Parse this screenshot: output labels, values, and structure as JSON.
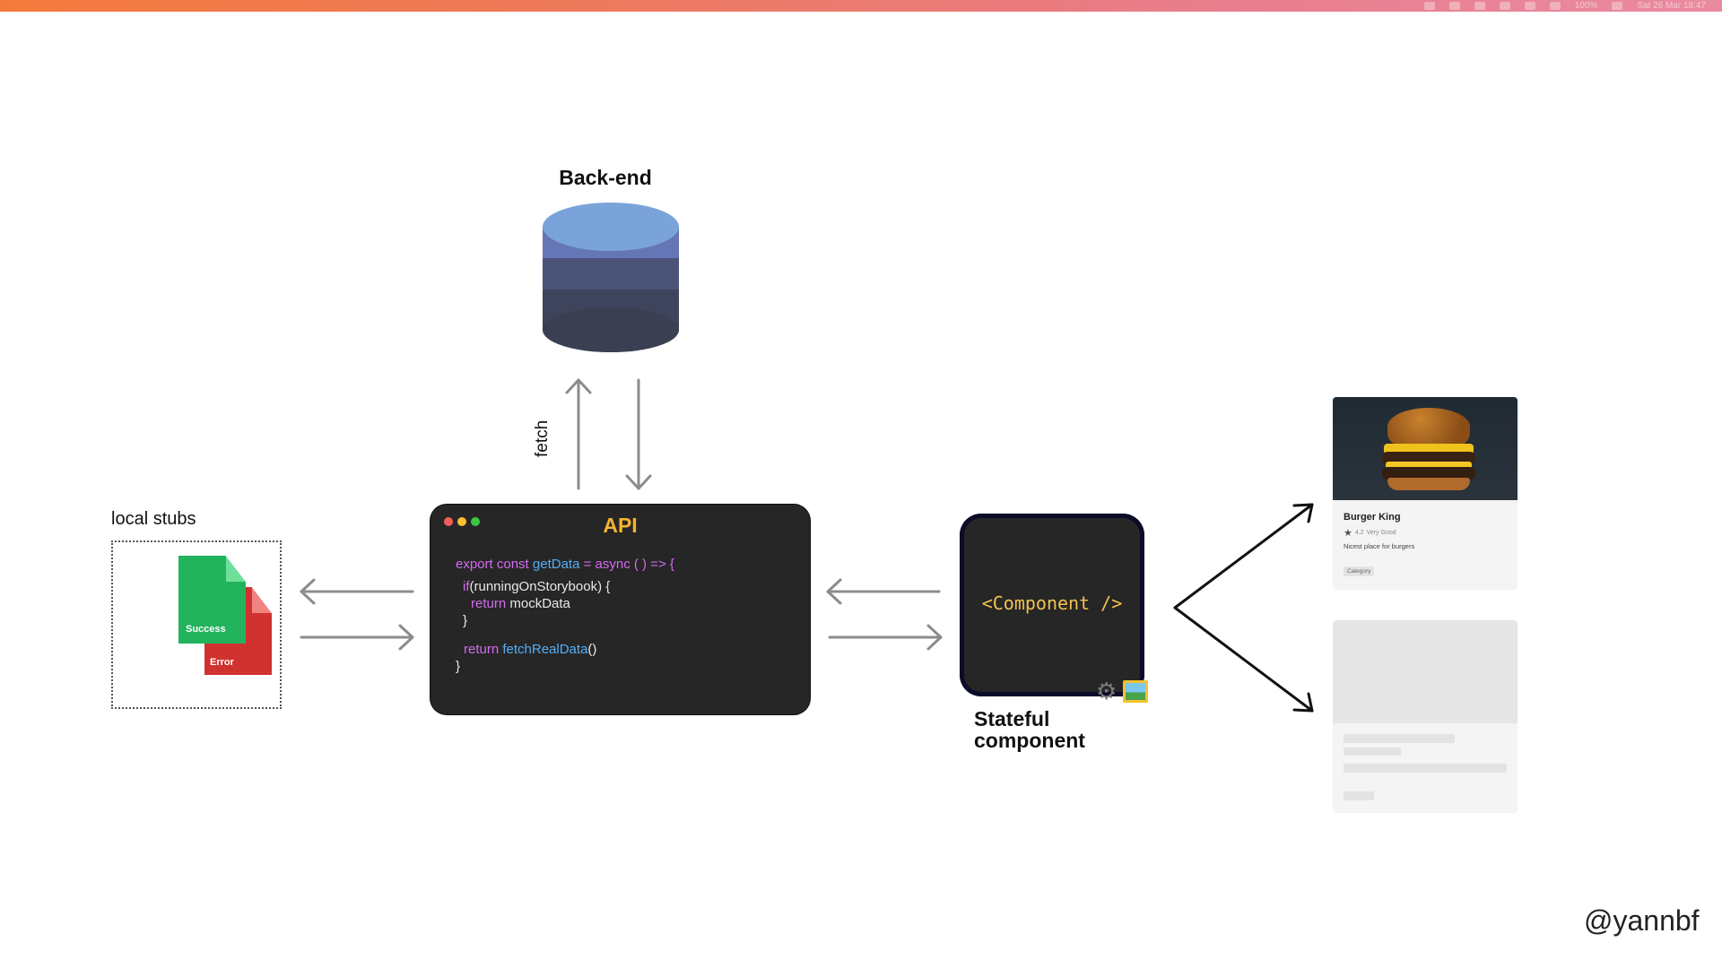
{
  "menubar": {
    "battery": "100%",
    "datetime": "Sat 26 Mar  18:47"
  },
  "backend": {
    "title": "Back-end"
  },
  "fetch_label": "fetch",
  "local_stubs": {
    "title": "local stubs",
    "files": [
      {
        "label": "Success",
        "color": "#22b35c"
      },
      {
        "label": "Error",
        "color": "#d0322f"
      }
    ]
  },
  "api": {
    "title": "API",
    "code": {
      "l1_kw": "export const ",
      "l1_fn": "getData",
      "l1_rest": " = async ( ) => {",
      "l2_kw": "if",
      "l2_rest": "(runningOnStorybook) {",
      "l3_kw": "return",
      "l3_rest": " mockData",
      "l4": "}",
      "l5_kw": "return",
      "l5_fn": " fetchRealData",
      "l5_rest": "()",
      "l6": "}"
    }
  },
  "component": {
    "code_text": "<Component />",
    "label_line1": "Stateful",
    "label_line2": "component",
    "icons": [
      "gear-icon",
      "picture-icon"
    ]
  },
  "restaurant_card": {
    "title": "Burger King",
    "rating": "4.2",
    "rating_text": "Very Good",
    "description": "Nicest place for burgers",
    "tag": "Category"
  },
  "handle": "@yannbf",
  "colors": {
    "api_title": "#f5b431",
    "keyword": "#d36bf0",
    "function": "#55aef4",
    "component_text": "#f2c14e",
    "arrow_gray": "#8c8c8c"
  }
}
